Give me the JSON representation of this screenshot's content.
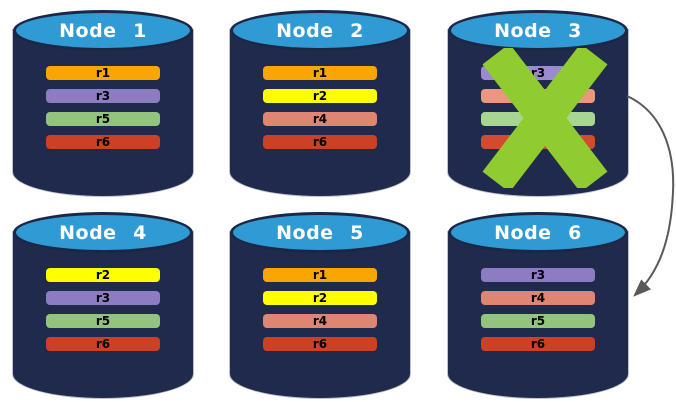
{
  "diagram": {
    "background_color": "#FFFFFF",
    "node_style": {
      "body_color": "#1F2A4D",
      "top_color": "#2F9AD3",
      "top_border_color": "#1C2746",
      "title_color": "#FFFFFF",
      "bar_label_color": "#000000"
    },
    "replica_colors": {
      "r1": "#F9A602",
      "r2": "#FFFF00",
      "r3": "#8E7CC3",
      "r4": "#DF8672",
      "r5": "#93C47D",
      "r6": "#CC4125"
    },
    "nodes": [
      {
        "name": "node-1",
        "title": "Node 1",
        "failed": false,
        "replicas": [
          {
            "id": "r1",
            "label": "r1"
          },
          {
            "id": "r3",
            "label": "r3"
          },
          {
            "id": "r5",
            "label": "r5"
          },
          {
            "id": "r6",
            "label": "r6"
          }
        ]
      },
      {
        "name": "node-2",
        "title": "Node 2",
        "failed": false,
        "replicas": [
          {
            "id": "r1",
            "label": "r1"
          },
          {
            "id": "r2",
            "label": "r2"
          },
          {
            "id": "r4",
            "label": "r4"
          },
          {
            "id": "r6",
            "label": "r6"
          }
        ]
      },
      {
        "name": "node-3",
        "title": "Node 3",
        "failed": true,
        "replicas": [
          {
            "id": "r3",
            "label": "r3"
          },
          {
            "id": "r4",
            "label": ""
          },
          {
            "id": "r5",
            "label": ""
          },
          {
            "id": "r6",
            "label": ""
          }
        ]
      },
      {
        "name": "node-4",
        "title": "Node 4",
        "failed": false,
        "replicas": [
          {
            "id": "r2",
            "label": "r2"
          },
          {
            "id": "r3",
            "label": "r3"
          },
          {
            "id": "r5",
            "label": "r5"
          },
          {
            "id": "r6",
            "label": "r6"
          }
        ]
      },
      {
        "name": "node-5",
        "title": "Node 5",
        "failed": false,
        "replicas": [
          {
            "id": "r1",
            "label": "r1"
          },
          {
            "id": "r2",
            "label": "r2"
          },
          {
            "id": "r4",
            "label": "r4"
          },
          {
            "id": "r6",
            "label": "r6"
          }
        ]
      },
      {
        "name": "node-6",
        "title": "Node 6",
        "failed": false,
        "replicas": [
          {
            "id": "r3",
            "label": "r3"
          },
          {
            "id": "r4",
            "label": "r4"
          },
          {
            "id": "r5",
            "label": "r5"
          },
          {
            "id": "r6",
            "label": "r6"
          }
        ]
      }
    ],
    "failure_mark": {
      "node": "node-3",
      "color": "#90CB30"
    },
    "arrow": {
      "from": "node-3",
      "to": "node-6",
      "color": "#595959"
    }
  }
}
